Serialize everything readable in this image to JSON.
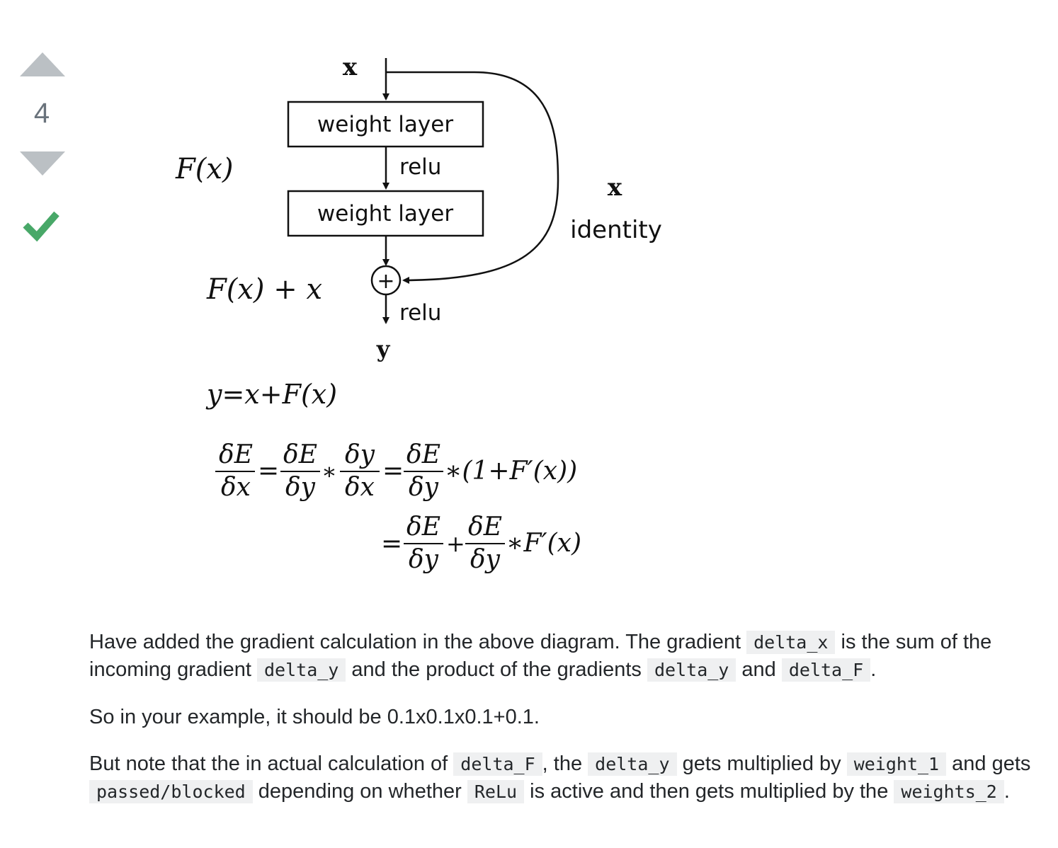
{
  "vote": {
    "count": "4",
    "upvote_icon": "triangle-up",
    "downvote_icon": "triangle-down",
    "accepted_icon": "checkmark",
    "accepted_color": "#48a868"
  },
  "diagram": {
    "x_top": "x",
    "box1": "weight layer",
    "relu1": "relu",
    "box2": "weight layer",
    "fx_label": "F(x)",
    "sum_label": "F(x) + x",
    "plus": "+",
    "relu2": "relu",
    "y": "y",
    "x_right": "x",
    "identity": "identity"
  },
  "equations": {
    "eq1": "y=x+F(x)",
    "dE": "δE",
    "dx": "δx",
    "dy": "δy",
    "eq_line1_tail": "∗(1+F′(x))",
    "eq_line2_tail": "∗F′(x)"
  },
  "answer": {
    "p1": [
      "Have added the gradient calculation in the above diagram. The gradient ",
      "delta_x",
      " is the sum of the incoming gradient ",
      "delta_y",
      " and the product of the gradients ",
      "delta_y",
      " and ",
      "delta_F",
      "."
    ],
    "p2": "So in your example, it should be 0.1x0.1x0.1+0.1.",
    "p3": [
      "But note that the in actual calculation of ",
      "delta_F",
      ", the ",
      "delta_y",
      " gets multiplied by ",
      "weight_1",
      " and gets ",
      "passed/blocked",
      " depending on whether ",
      "ReLu",
      " is active and then gets multiplied by the ",
      "weights_2",
      "."
    ]
  }
}
